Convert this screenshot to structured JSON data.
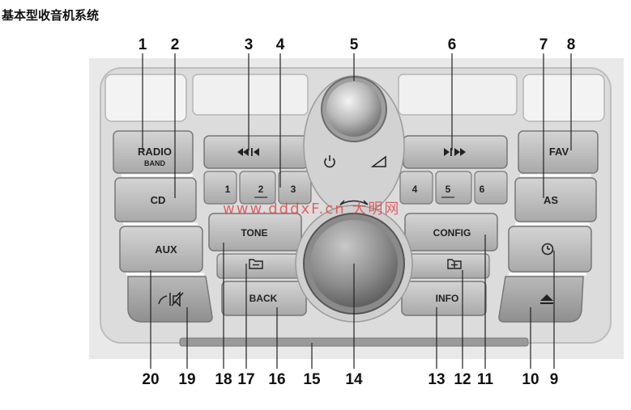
{
  "page_title": "基本型收音机系统",
  "watermark": "www.dddxF.cn 大明网",
  "buttons": {
    "radio": "RADIO",
    "band": "BAND",
    "cd": "CD",
    "aux": "AUX",
    "tone": "TONE",
    "back": "BACK",
    "config": "CONFIG",
    "info": "INFO",
    "fav": "FAV",
    "as": "AS",
    "preset_1": "1",
    "preset_2": "2",
    "preset_3": "3",
    "preset_4": "4",
    "preset_5": "5",
    "preset_6": "6"
  },
  "callouts": {
    "top": [
      "1",
      "2",
      "3",
      "4",
      "5",
      "6",
      "7",
      "8"
    ],
    "bottom": [
      "20",
      "19",
      "18",
      "17",
      "16",
      "15",
      "14",
      "13",
      "12",
      "11",
      "10",
      "9"
    ]
  },
  "icons": [
    "seek-back-icon",
    "seek-forward-icon",
    "power-icon",
    "volume-icon",
    "folder-minus-icon",
    "folder-plus-icon",
    "phone-mute-icon",
    "clock-icon",
    "eject-icon"
  ]
}
